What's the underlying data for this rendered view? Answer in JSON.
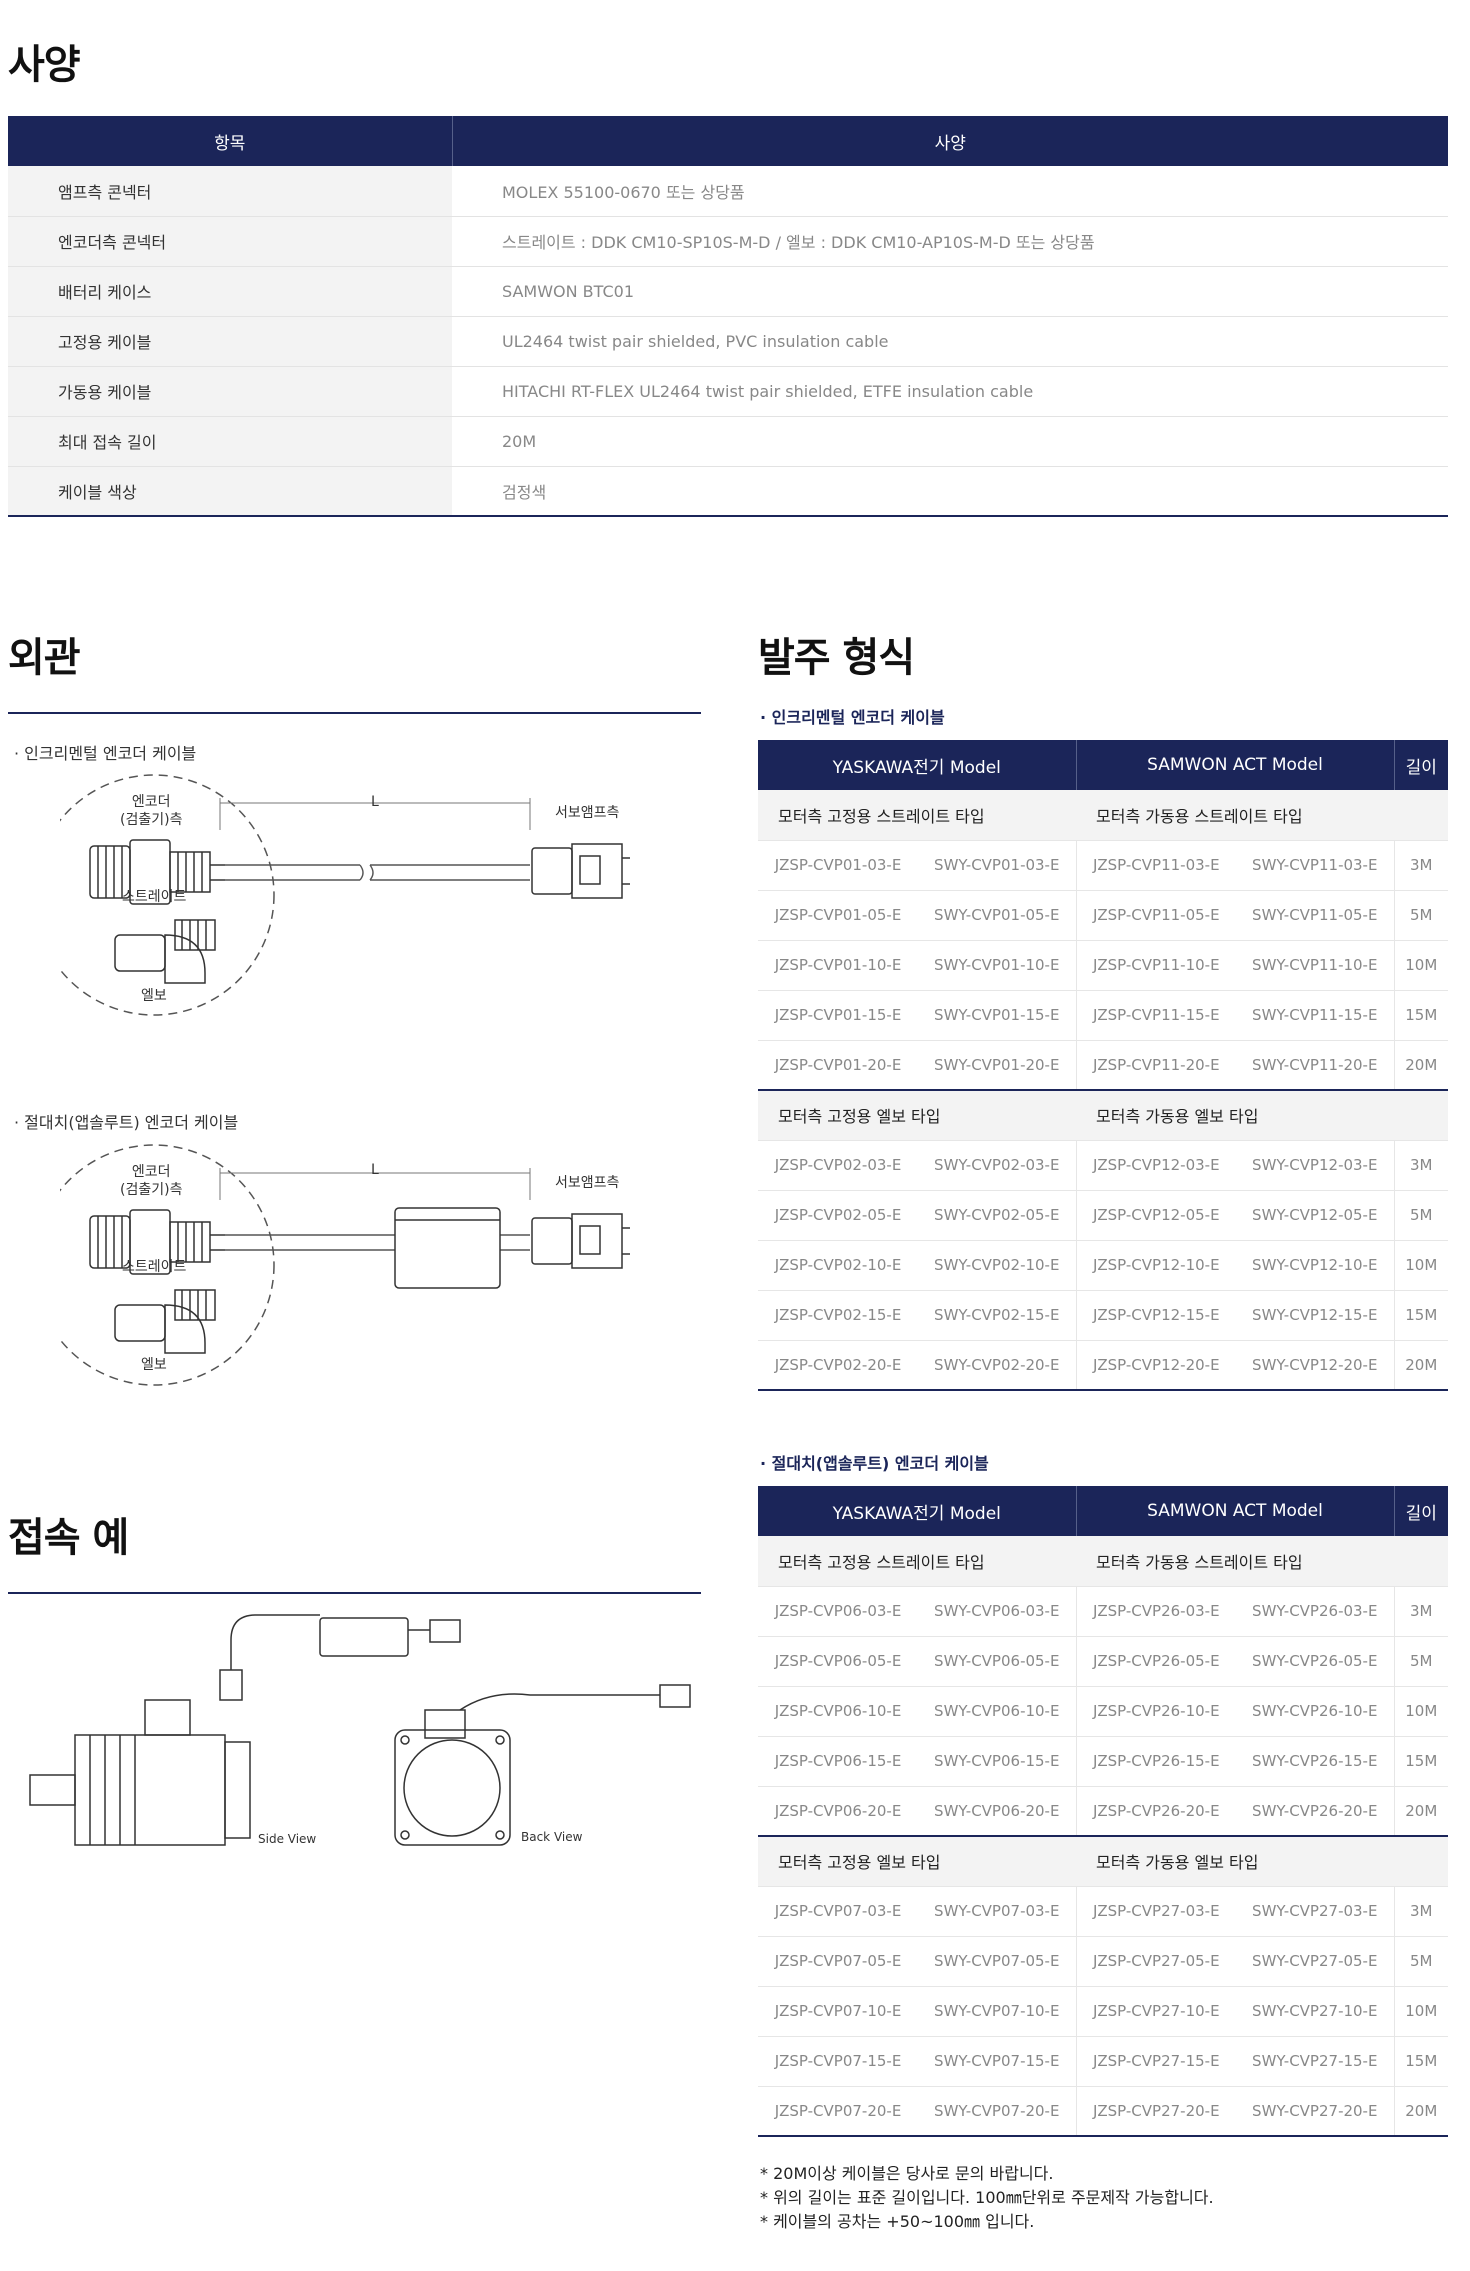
{
  "spec": {
    "title": "사양",
    "headers": [
      "항목",
      "사양"
    ],
    "rows": [
      {
        "k": "앰프측 콘넥터",
        "v": "MOLEX 55100-0670 또는 상당품"
      },
      {
        "k": "엔코더측 콘넥터",
        "v": "스트레이트 : DDK CM10-SP10S-M-D / 엘보 : DDK CM10-AP10S-M-D 또는 상당품"
      },
      {
        "k": "배터리 케이스",
        "v": "SAMWON BTC01"
      },
      {
        "k": "고정용 케이블",
        "v": "UL2464 twist pair shielded, PVC insulation cable"
      },
      {
        "k": "가동용 케이블",
        "v": "HITACHI RT-FLEX UL2464 twist pair shielded, ETFE insulation cable"
      },
      {
        "k": "최대 접속 길이",
        "v": "20M"
      },
      {
        "k": "케이블 색상",
        "v": "검정색"
      }
    ]
  },
  "appearance": {
    "title": "외관",
    "diagram1": {
      "caption": "· 인크리멘털 엔코더 케이블",
      "encoder_label": "엔코더\n(검출기)측",
      "straight_label": "스트레이트",
      "elbow_label": "엘보",
      "length_label": "L",
      "amp_label": "서보앰프측"
    },
    "diagram2": {
      "caption": "· 절대치(앱솔루트) 엔코더 케이블",
      "encoder_label": "엔코더\n(검출기)측",
      "straight_label": "스트레이트",
      "elbow_label": "엘보",
      "length_label": "L",
      "amp_label": "서보앰프측"
    }
  },
  "connection": {
    "title": "접속 예",
    "side_view": "Side View",
    "back_view": "Back View"
  },
  "order": {
    "title": "발주 형식",
    "table1": {
      "caption": "· 인크리멘털 엔코더 케이블",
      "headers": [
        "YASKAWA전기 Model",
        "SAMWON ACT Model",
        "길이"
      ],
      "group1": {
        "left": "모터측 고정용 스트레이트 타입",
        "right": "모터측 가동용 스트레이트 타입"
      },
      "rows1": [
        [
          "JZSP-CVP01-03-E",
          "SWY-CVP01-03-E",
          "JZSP-CVP11-03-E",
          "SWY-CVP11-03-E",
          "3M"
        ],
        [
          "JZSP-CVP01-05-E",
          "SWY-CVP01-05-E",
          "JZSP-CVP11-05-E",
          "SWY-CVP11-05-E",
          "5M"
        ],
        [
          "JZSP-CVP01-10-E",
          "SWY-CVP01-10-E",
          "JZSP-CVP11-10-E",
          "SWY-CVP11-10-E",
          "10M"
        ],
        [
          "JZSP-CVP01-15-E",
          "SWY-CVP01-15-E",
          "JZSP-CVP11-15-E",
          "SWY-CVP11-15-E",
          "15M"
        ],
        [
          "JZSP-CVP01-20-E",
          "SWY-CVP01-20-E",
          "JZSP-CVP11-20-E",
          "SWY-CVP11-20-E",
          "20M"
        ]
      ],
      "group2": {
        "left": "모터측 고정용 엘보 타입",
        "right": "모터측 가동용 엘보 타입"
      },
      "rows2": [
        [
          "JZSP-CVP02-03-E",
          "SWY-CVP02-03-E",
          "JZSP-CVP12-03-E",
          "SWY-CVP12-03-E",
          "3M"
        ],
        [
          "JZSP-CVP02-05-E",
          "SWY-CVP02-05-E",
          "JZSP-CVP12-05-E",
          "SWY-CVP12-05-E",
          "5M"
        ],
        [
          "JZSP-CVP02-10-E",
          "SWY-CVP02-10-E",
          "JZSP-CVP12-10-E",
          "SWY-CVP12-10-E",
          "10M"
        ],
        [
          "JZSP-CVP02-15-E",
          "SWY-CVP02-15-E",
          "JZSP-CVP12-15-E",
          "SWY-CVP12-15-E",
          "15M"
        ],
        [
          "JZSP-CVP02-20-E",
          "SWY-CVP02-20-E",
          "JZSP-CVP12-20-E",
          "SWY-CVP12-20-E",
          "20M"
        ]
      ]
    },
    "table2": {
      "caption": "· 절대치(앱솔루트) 엔코더 케이블",
      "headers": [
        "YASKAWA전기 Model",
        "SAMWON ACT Model",
        "길이"
      ],
      "group1": {
        "left": "모터측 고정용 스트레이트 타입",
        "right": "모터측 가동용 스트레이트 타입"
      },
      "rows1": [
        [
          "JZSP-CVP06-03-E",
          "SWY-CVP06-03-E",
          "JZSP-CVP26-03-E",
          "SWY-CVP26-03-E",
          "3M"
        ],
        [
          "JZSP-CVP06-05-E",
          "SWY-CVP06-05-E",
          "JZSP-CVP26-05-E",
          "SWY-CVP26-05-E",
          "5M"
        ],
        [
          "JZSP-CVP06-10-E",
          "SWY-CVP06-10-E",
          "JZSP-CVP26-10-E",
          "SWY-CVP26-10-E",
          "10M"
        ],
        [
          "JZSP-CVP06-15-E",
          "SWY-CVP06-15-E",
          "JZSP-CVP26-15-E",
          "SWY-CVP26-15-E",
          "15M"
        ],
        [
          "JZSP-CVP06-20-E",
          "SWY-CVP06-20-E",
          "JZSP-CVP26-20-E",
          "SWY-CVP26-20-E",
          "20M"
        ]
      ],
      "group2": {
        "left": "모터측 고정용 엘보 타입",
        "right": "모터측 가동용 엘보 타입"
      },
      "rows2": [
        [
          "JZSP-CVP07-03-E",
          "SWY-CVP07-03-E",
          "JZSP-CVP27-03-E",
          "SWY-CVP27-03-E",
          "3M"
        ],
        [
          "JZSP-CVP07-05-E",
          "SWY-CVP07-05-E",
          "JZSP-CVP27-05-E",
          "SWY-CVP27-05-E",
          "5M"
        ],
        [
          "JZSP-CVP07-10-E",
          "SWY-CVP07-10-E",
          "JZSP-CVP27-10-E",
          "SWY-CVP27-10-E",
          "10M"
        ],
        [
          "JZSP-CVP07-15-E",
          "SWY-CVP07-15-E",
          "JZSP-CVP27-15-E",
          "SWY-CVP27-15-E",
          "15M"
        ],
        [
          "JZSP-CVP07-20-E",
          "SWY-CVP07-20-E",
          "JZSP-CVP27-20-E",
          "SWY-CVP27-20-E",
          "20M"
        ]
      ]
    },
    "notes": [
      "* 20M이상 케이블은 당사로 문의 바랍니다.",
      "* 위의 길이는 표준 길이입니다. 100㎜단위로 주문제작 가능합니다.",
      "* 케이블의 공차는 +50~100㎜ 입니다."
    ]
  }
}
